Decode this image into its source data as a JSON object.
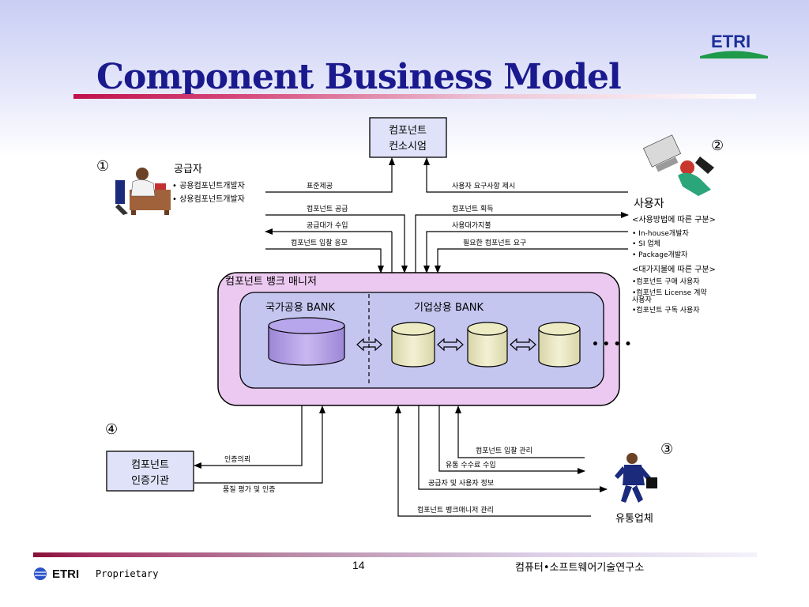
{
  "slide": {
    "title": "Component Business Model"
  },
  "logo": {
    "text": "ETRI"
  },
  "diagram": {
    "standard_box": [
      "컴포넌트",
      "컨소시엄"
    ],
    "supplier": {
      "num": "①",
      "title": "공급자",
      "items": [
        "• 공용컴포넌트개발자",
        "• 상용컴포넌트개발자"
      ]
    },
    "user": {
      "num": "②",
      "title": "사용자",
      "group1": "<사용방법에 따른 구분>",
      "group1_items": [
        "• In-house개발자",
        "• SI 업체",
        "• Package개발자"
      ],
      "group2": "<대가지불에 따른 구분>",
      "group2_items": [
        "•컴포넌트 구매 사용자",
        "•컴포넌트 License 계약",
        "사용자",
        "•컴포넌트 구독 사용자"
      ]
    },
    "arrows_top_left": [
      "표준제공",
      "컴포넌트 공급",
      "공급대가 수입",
      "컴포넌트 입찰 응모"
    ],
    "arrows_top_right": [
      "사용자 요구사항 제시",
      "컴포넌트 획득",
      "사용대가지불",
      "필요한 컴포넌트 요구"
    ],
    "manager": {
      "label": "컴포넌트 뱅크 매니저",
      "national_bank": "국가공용 BANK",
      "enterprise_bank": "기업상용 BANK",
      "ellipsis": "• • • •"
    },
    "cert": {
      "num": "④",
      "lines": [
        "컴포넌트",
        "인증기관"
      ],
      "arrow1": "인증의뢰",
      "arrow2": "품질 평가 및 인증"
    },
    "distributor": {
      "num": "③",
      "title": "유통업체",
      "arrows": [
        "컴포넌트 입찰 관리",
        "유통 수수료 수입",
        "공급자 및 사용자 정보",
        "컴포넌트 뱅크매니저 관리"
      ]
    }
  },
  "footer": {
    "logo": "ETRI",
    "proprietary": "Proprietary",
    "page": "14",
    "org": "컴퓨터•소프트웨어기술연구소"
  }
}
